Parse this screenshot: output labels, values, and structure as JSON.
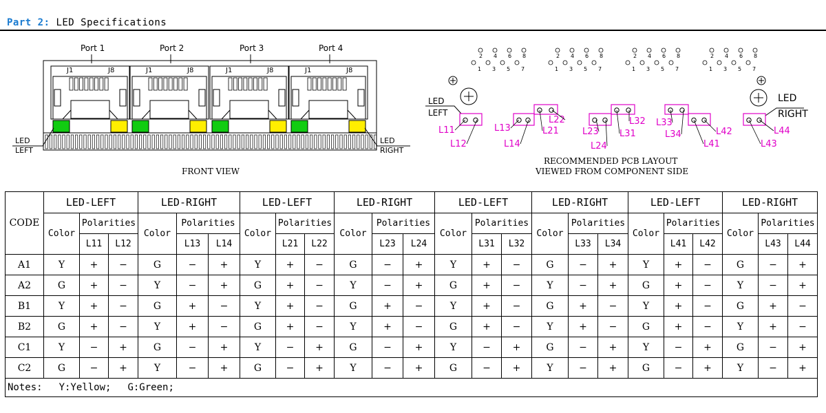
{
  "header": {
    "part_label": "Part 2:",
    "title": "LED Specifications"
  },
  "front_view": {
    "ports": [
      "Port 1",
      "Port 2",
      "Port 3",
      "Port 4"
    ],
    "pin_labels": [
      "J1",
      "J8"
    ],
    "led_left_label": [
      "LED",
      "LEFT"
    ],
    "led_right_label": [
      "LED",
      "RIGHT"
    ],
    "caption": "FRONT VIEW",
    "led_colors": [
      "G",
      "Y"
    ],
    "colors": {
      "green": "#11cc11",
      "yellow": "#ffee00"
    }
  },
  "pcb_layout": {
    "pin_top_row": [
      "2",
      "4",
      "6",
      "8"
    ],
    "pin_bottom_row": [
      "1",
      "3",
      "5",
      "7"
    ],
    "led_left_label": [
      "LED",
      "LEFT"
    ],
    "led_right_label": [
      "LED",
      "RIGHT"
    ],
    "caption": [
      "RECOMMENDED PCB LAYOUT",
      "VIEWED FROM COMPONENT SIDE"
    ],
    "pad_labels": [
      "L11",
      "L12",
      "L13",
      "L14",
      "L21",
      "L22",
      "L23",
      "L24",
      "L31",
      "L32",
      "L33",
      "L34",
      "L41",
      "L42",
      "L43",
      "L44"
    ],
    "label_color": "#e000c8"
  },
  "table": {
    "code_header": "CODE",
    "groups": [
      "LED-LEFT",
      "LED-RIGHT",
      "LED-LEFT",
      "LED-RIGHT",
      "LED-LEFT",
      "LED-RIGHT",
      "LED-LEFT",
      "LED-RIGHT"
    ],
    "color_header": "Color",
    "polarities_header": "Polarities",
    "leds": [
      [
        "L11",
        "L12"
      ],
      [
        "L13",
        "L14"
      ],
      [
        "L21",
        "L22"
      ],
      [
        "L23",
        "L24"
      ],
      [
        "L31",
        "L32"
      ],
      [
        "L33",
        "L34"
      ],
      [
        "L41",
        "L42"
      ],
      [
        "L43",
        "L44"
      ]
    ],
    "rows": [
      {
        "code": "A1",
        "cells": [
          "Y",
          "+",
          "−",
          "G",
          "−",
          "+",
          "Y",
          "+",
          "−",
          "G",
          "−",
          "+",
          "Y",
          "+",
          "−",
          "G",
          "−",
          "+",
          "Y",
          "+",
          "−",
          "G",
          "−",
          "+"
        ]
      },
      {
        "code": "A2",
        "cells": [
          "G",
          "+",
          "−",
          "Y",
          "−",
          "+",
          "G",
          "+",
          "−",
          "Y",
          "−",
          "+",
          "G",
          "+",
          "−",
          "Y",
          "−",
          "+",
          "G",
          "+",
          "−",
          "Y",
          "−",
          "+"
        ]
      },
      {
        "code": "B1",
        "cells": [
          "Y",
          "+",
          "−",
          "G",
          "+",
          "−",
          "Y",
          "+",
          "−",
          "G",
          "+",
          "−",
          "Y",
          "+",
          "−",
          "G",
          "+",
          "−",
          "Y",
          "+",
          "−",
          "G",
          "+",
          "−"
        ]
      },
      {
        "code": "B2",
        "cells": [
          "G",
          "+",
          "−",
          "Y",
          "+",
          "−",
          "G",
          "+",
          "−",
          "Y",
          "+",
          "−",
          "G",
          "+",
          "−",
          "Y",
          "+",
          "−",
          "G",
          "+",
          "−",
          "Y",
          "+",
          "−"
        ]
      },
      {
        "code": "C1",
        "cells": [
          "Y",
          "−",
          "+",
          "G",
          "−",
          "+",
          "Y",
          "−",
          "+",
          "G",
          "−",
          "+",
          "Y",
          "−",
          "+",
          "G",
          "−",
          "+",
          "Y",
          "−",
          "+",
          "G",
          "−",
          "+"
        ]
      },
      {
        "code": "C2",
        "cells": [
          "G",
          "−",
          "+",
          "Y",
          "−",
          "+",
          "G",
          "−",
          "+",
          "Y",
          "−",
          "+",
          "G",
          "−",
          "+",
          "Y",
          "−",
          "+",
          "G",
          "−",
          "+",
          "Y",
          "−",
          "+"
        ]
      }
    ],
    "notes": {
      "label": "Notes:",
      "yellow": "Y:Yellow;",
      "green": "G:Green;"
    }
  }
}
